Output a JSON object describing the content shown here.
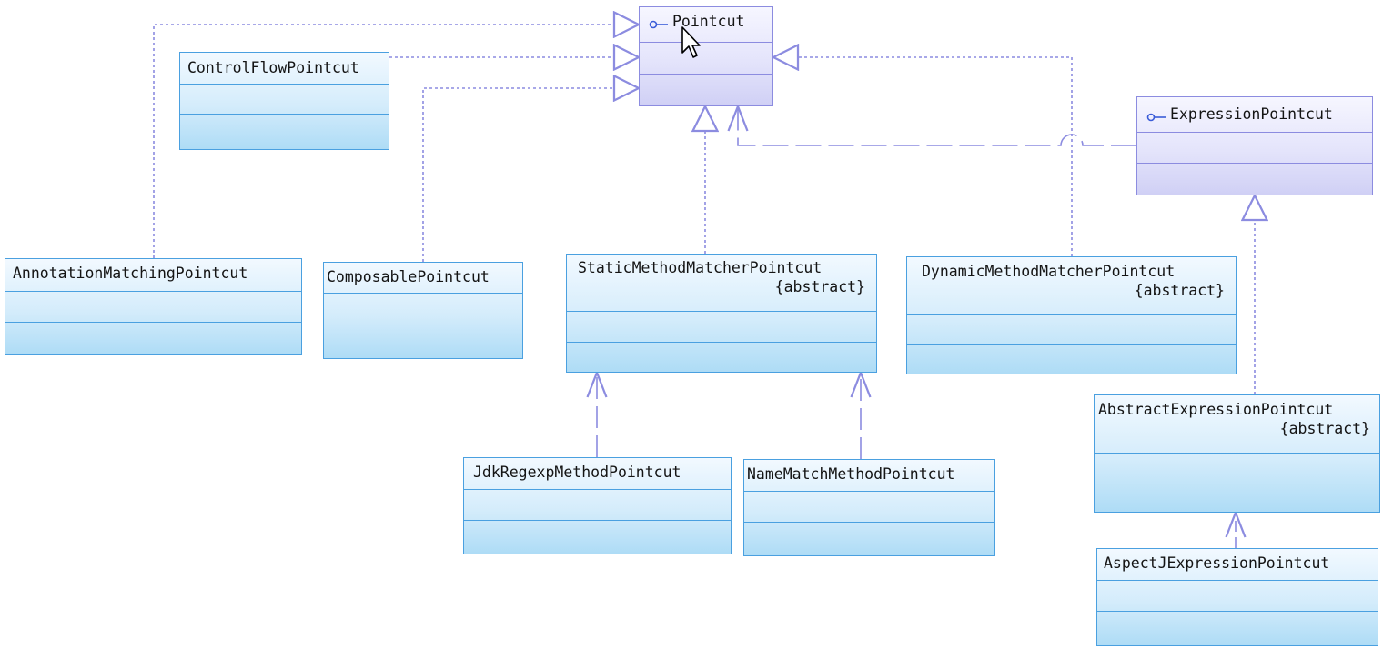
{
  "classes": {
    "pointcut": {
      "name": "Pointcut",
      "kind": "interface"
    },
    "expression_pointcut": {
      "name": "ExpressionPointcut",
      "kind": "interface"
    },
    "control_flow_pointcut": {
      "name": "ControlFlowPointcut"
    },
    "annotation_matching_pointcut": {
      "name": "AnnotationMatchingPointcut"
    },
    "composable_pointcut": {
      "name": "ComposablePointcut"
    },
    "static_method_matcher_pointcut": {
      "name": "StaticMethodMatcherPointcut",
      "stereotype": "{abstract}"
    },
    "dynamic_method_matcher_pointcut": {
      "name": "DynamicMethodMatcherPointcut",
      "stereotype": "{abstract}"
    },
    "jdk_regexp_method_pointcut": {
      "name": "JdkRegexpMethodPointcut"
    },
    "name_match_method_pointcut": {
      "name": "NameMatchMethodPointcut"
    },
    "abstract_expression_pointcut": {
      "name": "AbstractExpressionPointcut",
      "stereotype": "{abstract}"
    },
    "aspectj_expression_pointcut": {
      "name": "AspectJExpressionPointcut"
    }
  },
  "relations": [
    {
      "from": "AnnotationMatchingPointcut",
      "to": "Pointcut",
      "type": "realization"
    },
    {
      "from": "ControlFlowPointcut",
      "to": "Pointcut",
      "type": "realization"
    },
    {
      "from": "ComposablePointcut",
      "to": "Pointcut",
      "type": "realization"
    },
    {
      "from": "StaticMethodMatcherPointcut",
      "to": "Pointcut",
      "type": "realization"
    },
    {
      "from": "DynamicMethodMatcherPointcut",
      "to": "Pointcut",
      "type": "realization"
    },
    {
      "from": "ExpressionPointcut",
      "to": "Pointcut",
      "type": "extension"
    },
    {
      "from": "AbstractExpressionPointcut",
      "to": "ExpressionPointcut",
      "type": "realization"
    },
    {
      "from": "JdkRegexpMethodPointcut",
      "to": "StaticMethodMatcherPointcut",
      "type": "extension"
    },
    {
      "from": "NameMatchMethodPointcut",
      "to": "StaticMethodMatcherPointcut",
      "type": "extension"
    },
    {
      "from": "AspectJExpressionPointcut",
      "to": "AbstractExpressionPointcut",
      "type": "extension"
    }
  ],
  "colors": {
    "class_border": "#4aa0e0",
    "interface_border": "#8c8ce0",
    "relation_line": "#8c8ce0"
  },
  "icons": {
    "interface_marker": "lollipop-interface-icon",
    "pointer": "mouse-cursor-icon"
  }
}
